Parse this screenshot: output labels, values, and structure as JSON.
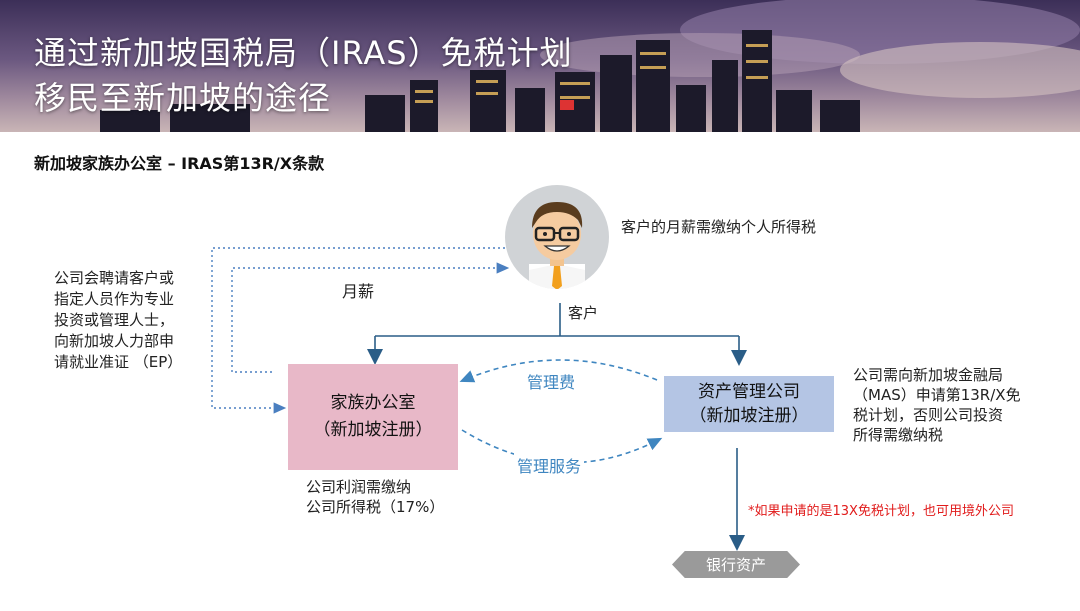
{
  "banner": {
    "title_line1": "通过新加坡国税局（IRAS）免税计划",
    "title_line2": "移民至新加坡的途径"
  },
  "subtitle": "新加坡家族办公室 – IRAS第13R/X条款",
  "client": {
    "tax_note": "客户的月薪需缴纳个人所得税",
    "label": "客户"
  },
  "left_note": [
    "公司会聘请客户或",
    "指定人员作为专业",
    "投资或管理人士，",
    "向新加坡人力部申",
    "请就业准证 （EP）"
  ],
  "salary_label": "月薪",
  "family_office": {
    "line1": "家族办公室",
    "line2": "（新加坡注册）",
    "tax_note": [
      "公司利润需缴纳",
      "公司所得税（17%）"
    ]
  },
  "asset_mgmt": {
    "line1": "资产管理公司",
    "line2": "（新加坡注册）",
    "note": [
      "公司需向新加坡金融局",
      "（MAS）申请第13R/X免",
      "税计划，否则公司投资",
      "所得需缴纳税"
    ]
  },
  "mgmt_fee_label": "管理费",
  "mgmt_service_label": "管理服务",
  "red_note": "*如果申请的是13X免税计划，也可用境外公司",
  "bank_assets": "银行资产",
  "colors": {
    "dark_arrow": "#2a5d87",
    "dotted": "#4a7fc0",
    "dashed_label": "#3f86c0",
    "pink_box": "#e8b8c8",
    "blue_box": "#b4c5e4",
    "red": "#e11b1b"
  },
  "icons": [
    "client-avatar-icon"
  ]
}
